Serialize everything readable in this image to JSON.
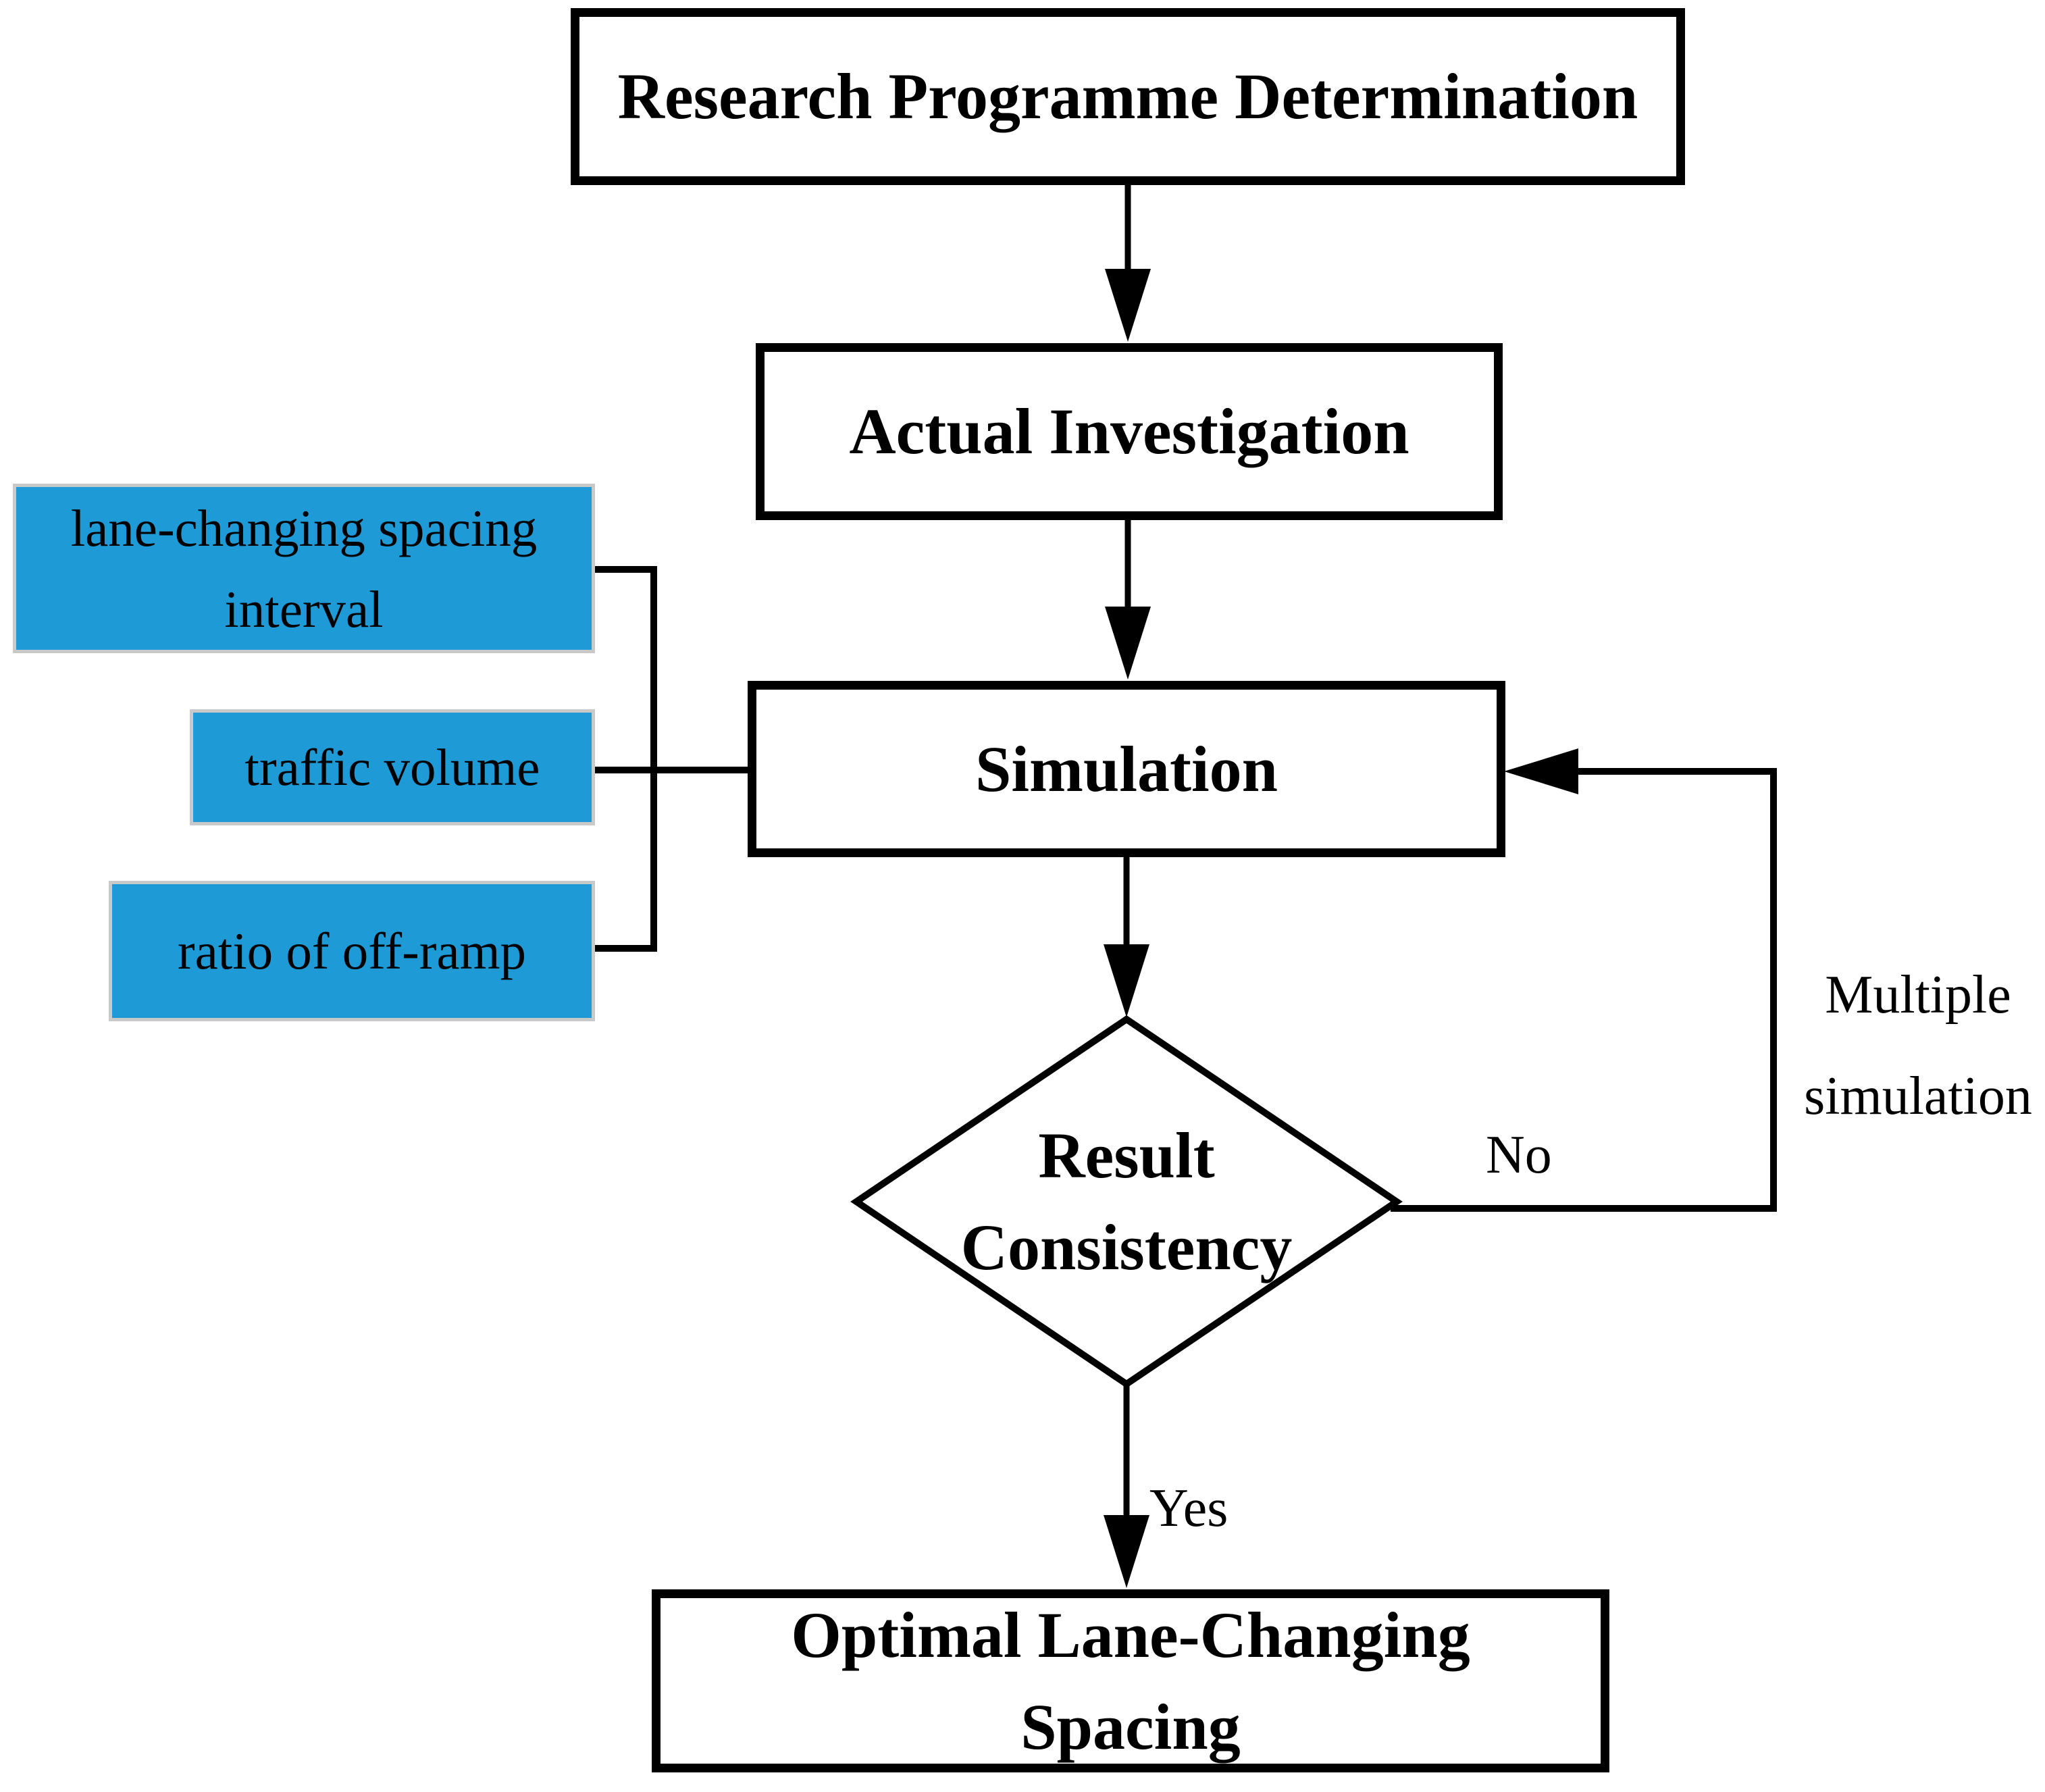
{
  "diagram": {
    "type": "flowchart",
    "nodes": {
      "research": {
        "label": "Research Programme Determination"
      },
      "investigation": {
        "label": "Actual Investigation"
      },
      "simulation": {
        "label": "Simulation"
      },
      "decision": {
        "lines": [
          "Result",
          "Consistency"
        ]
      },
      "optimal": {
        "lines": [
          "Optimal Lane-Changing",
          "Spacing"
        ]
      }
    },
    "inputs": [
      {
        "lines": [
          "lane-changing spacing",
          "interval"
        ]
      },
      {
        "lines": [
          "traffic volume"
        ]
      },
      {
        "lines": [
          "ratio of off-ramp"
        ]
      }
    ],
    "edge_labels": {
      "yes": "Yes",
      "no": "No",
      "loop_lines": [
        "Multiple",
        "simulation"
      ]
    },
    "colors": {
      "input_box_fill": "#1E9BD7",
      "input_box_border": "#C9C9C9",
      "node_border": "#000000",
      "line": "#000000",
      "text": "#000000",
      "background": "#FFFFFF"
    }
  }
}
